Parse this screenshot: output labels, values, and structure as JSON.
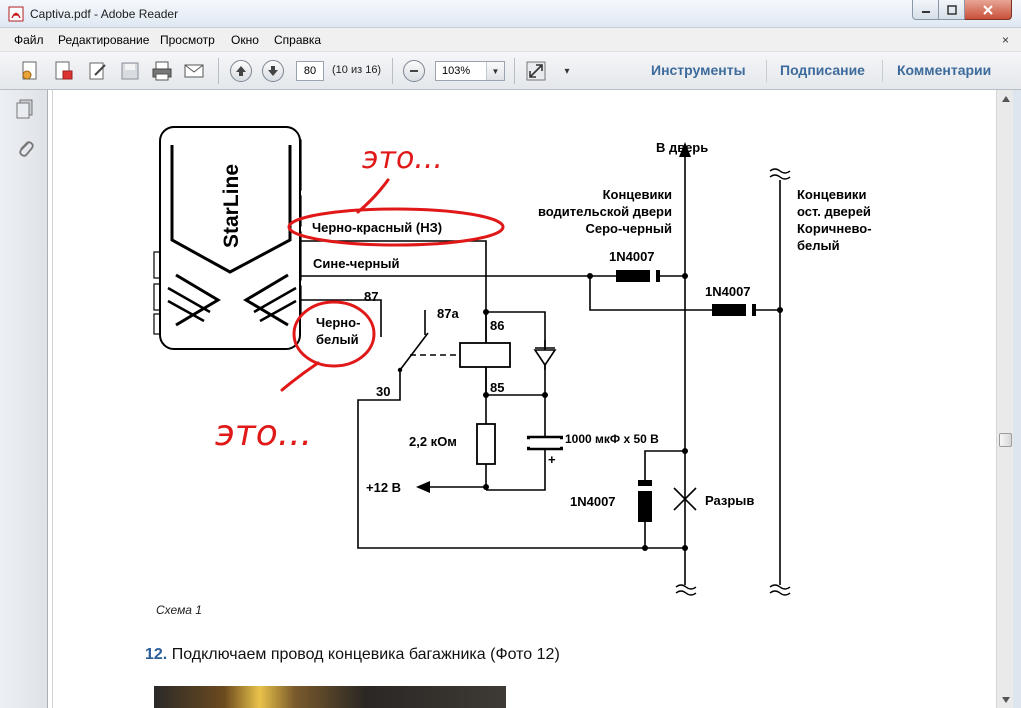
{
  "window": {
    "title": "Captiva.pdf - Adobe Reader"
  },
  "menu": {
    "items": [
      "Файл",
      "Редактирование",
      "Просмотр",
      "Окно",
      "Справка"
    ],
    "close_glyph": "×"
  },
  "toolbar": {
    "page_value": "80",
    "page_of": "(10 из 16)",
    "zoom_value": "103%",
    "zoom_drop": "▼",
    "more": "▾",
    "tools_label": "Инструменты",
    "sign_label": "Подписание",
    "comment_label": "Комментарии"
  },
  "schematic": {
    "brand": "StarLine",
    "wire_black_red": "Черно-красный (НЗ)",
    "wire_blue_black": "Сине-черный",
    "wire_black_white_1": "Черно-",
    "wire_black_white_2": "белый",
    "pin_87": "87",
    "pin_87a": "87a",
    "pin_86": "86",
    "pin_85": "85",
    "pin_30": "30",
    "to_door": "В дверь",
    "driver_switch_1": "Концевики",
    "driver_switch_2": "водительской двери",
    "driver_switch_3": "Серо-черный",
    "rear_switch_1": "Концевики",
    "rear_switch_2": "ост. дверей",
    "rear_switch_3": "Коричнево-",
    "rear_switch_4": "белый",
    "diode_1": "1N4007",
    "diode_2": "1N4007",
    "diode_3": "1N4007",
    "resistor": "2,2 кОм",
    "capacitor": "1000 мкФ х 50 В",
    "cap_plus": "+",
    "supply": "+12 В",
    "break": "Разрыв",
    "handwritten_1": "это...",
    "handwritten_2": "это..."
  },
  "document": {
    "caption": "Схема 1",
    "step_number": "12.",
    "step_text": " Подключаем провод концевика багажника (Фото 12)"
  },
  "colors": {
    "link": "#3d6b9c",
    "annotation": "#e01818",
    "step_number": "#2a5c9a"
  }
}
